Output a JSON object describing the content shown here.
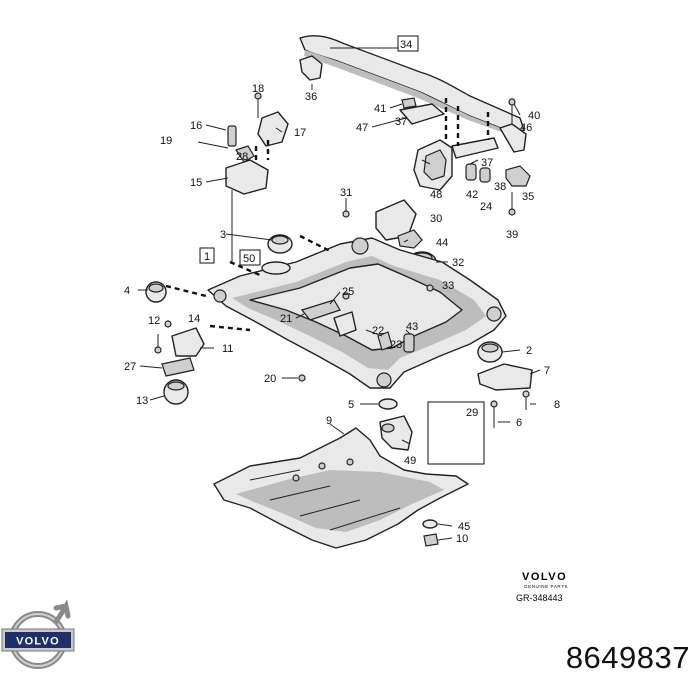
{
  "diagram": {
    "callouts": [
      "34",
      "36",
      "18",
      "16",
      "17",
      "19",
      "28",
      "15",
      "41",
      "40",
      "47",
      "37",
      "46",
      "48",
      "37",
      "42",
      "24",
      "38",
      "35",
      "39",
      "31",
      "30",
      "3",
      "44",
      "1",
      "50",
      "32",
      "33",
      "4",
      "25",
      "21",
      "12",
      "14",
      "22",
      "43",
      "23",
      "11",
      "2",
      "7",
      "27",
      "20",
      "13",
      "5",
      "29",
      "8",
      "6",
      "9",
      "49",
      "45",
      "10"
    ],
    "boxed_callouts": [
      "34",
      "1",
      "50",
      "29"
    ]
  },
  "stamp": {
    "brand": "VOLVO",
    "subtitle": "GENUINE PARTS",
    "reference": "GR-348443"
  },
  "logo": {
    "brand": "VOLVO",
    "color": "#1f2f6b"
  },
  "part_number": "8649837"
}
